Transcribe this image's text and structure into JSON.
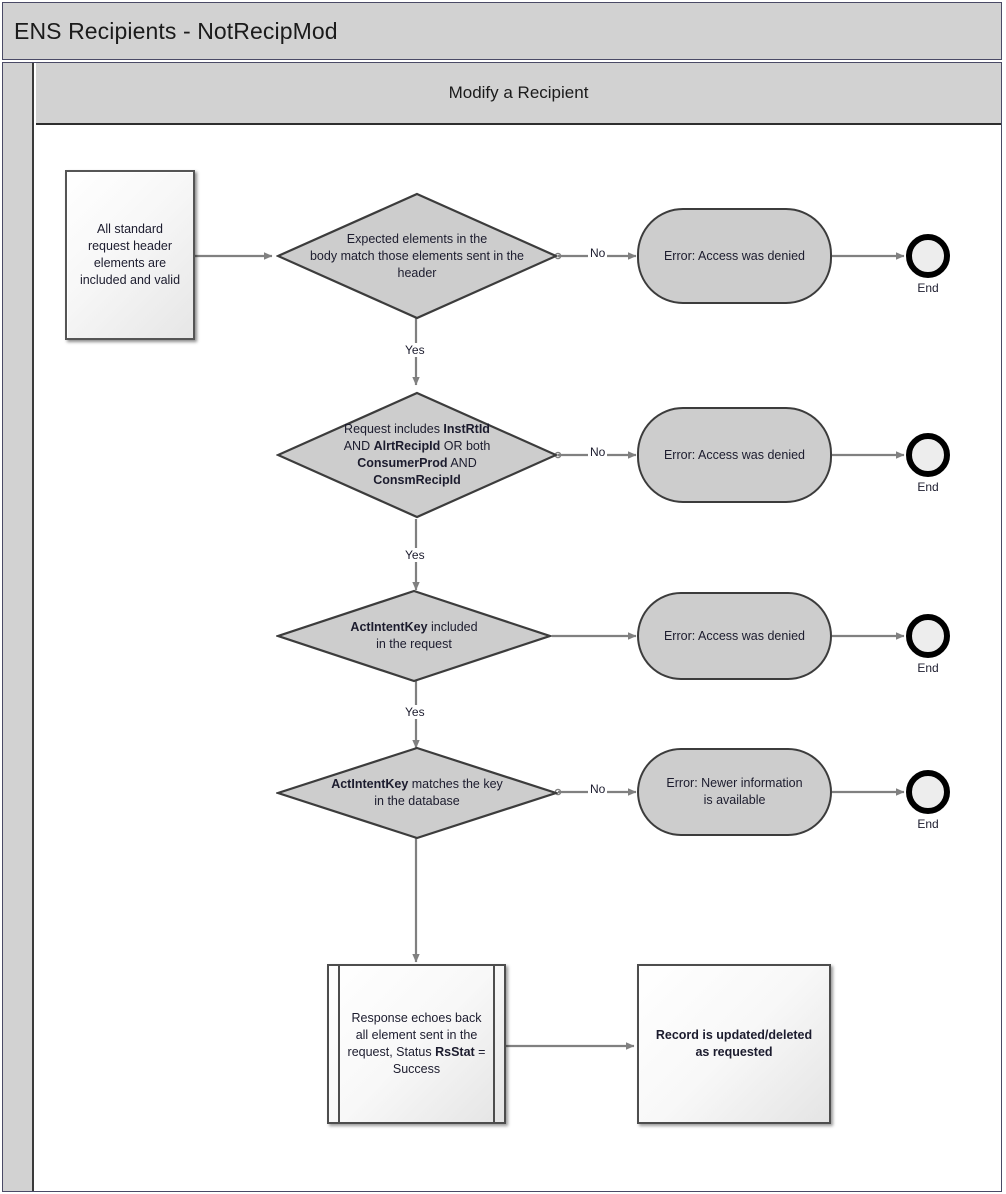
{
  "header": {
    "title": "ENS Recipients - NotRecipMod"
  },
  "lane": {
    "title": "Modify a Recipient"
  },
  "colors": {
    "chrome_gray": "#d2d2d2",
    "frame_border": "#4a4a66",
    "shape_gray": "#cdcdcd",
    "shape_border": "#3c3c3c",
    "connector": "#808080",
    "text": "#1c1c2e",
    "end_ring": "#000000"
  },
  "nodes": {
    "start": {
      "name": "start-document",
      "text_lines": [
        "All standard",
        "request header",
        "elements are",
        "included and valid"
      ]
    },
    "decision1": {
      "name": "decision-header-body-match",
      "text_lines": [
        "Expected elements in the",
        "body match those elements sent in the",
        "header"
      ]
    },
    "decision2": {
      "name": "decision-request-includes-ids",
      "text_html": "Request includes <b>InstRtId</b><br>AND <b>AlrtRecipId</b> OR both<br><b>ConsumerProd</b> AND<br><b>ConsmRecipId</b>"
    },
    "decision3": {
      "name": "decision-actintentkey-included",
      "text_html": "<b>ActIntentKey</b> included<br>in the request"
    },
    "decision4": {
      "name": "decision-actintentkey-matches",
      "text_html": "<b>ActIntentKey</b> matches the key<br>in the database"
    },
    "error1": {
      "name": "error-access-denied-1",
      "text": "Error:  Access was denied"
    },
    "error2": {
      "name": "error-access-denied-2",
      "text": "Error:  Access was denied"
    },
    "error3": {
      "name": "error-access-denied-3",
      "text": "Error:  Access was denied"
    },
    "error4": {
      "name": "error-newer-information",
      "text_lines": [
        "Error: Newer information",
        "is available"
      ]
    },
    "end1": {
      "name": "end-node-1",
      "label": "End"
    },
    "end2": {
      "name": "end-node-2",
      "label": "End"
    },
    "end3": {
      "name": "end-node-3",
      "label": "End"
    },
    "end4": {
      "name": "end-node-4",
      "label": "End"
    },
    "response": {
      "name": "predefined-process-response",
      "text_html": "Response echoes back<br>all element sent in the<br>request, Status <b>RsStat</b> =<br>Success"
    },
    "record": {
      "name": "process-record-updated",
      "text_html": "Record is updated/deleted<br>as requested"
    }
  },
  "edge_labels": {
    "no1": "No",
    "yes1": "Yes",
    "no2": "No",
    "yes2": "Yes",
    "yes3": "Yes",
    "no4": "No"
  }
}
